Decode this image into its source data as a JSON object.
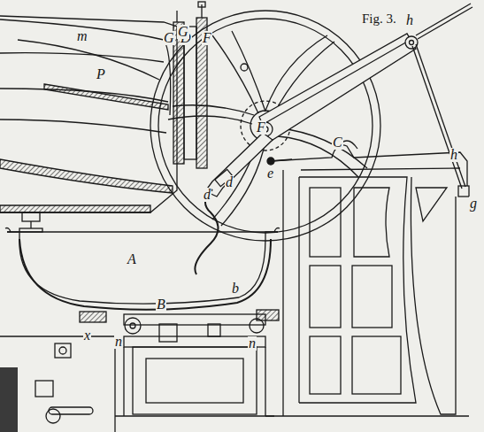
{
  "diagram": {
    "labels": [
      "Fig. 3.",
      "m",
      "G",
      "D",
      "F",
      "G",
      "h",
      "P",
      "F",
      "C",
      "e",
      "d",
      "d",
      "g",
      "h",
      "A",
      "b",
      "B",
      "x",
      "n",
      "n"
    ]
  }
}
